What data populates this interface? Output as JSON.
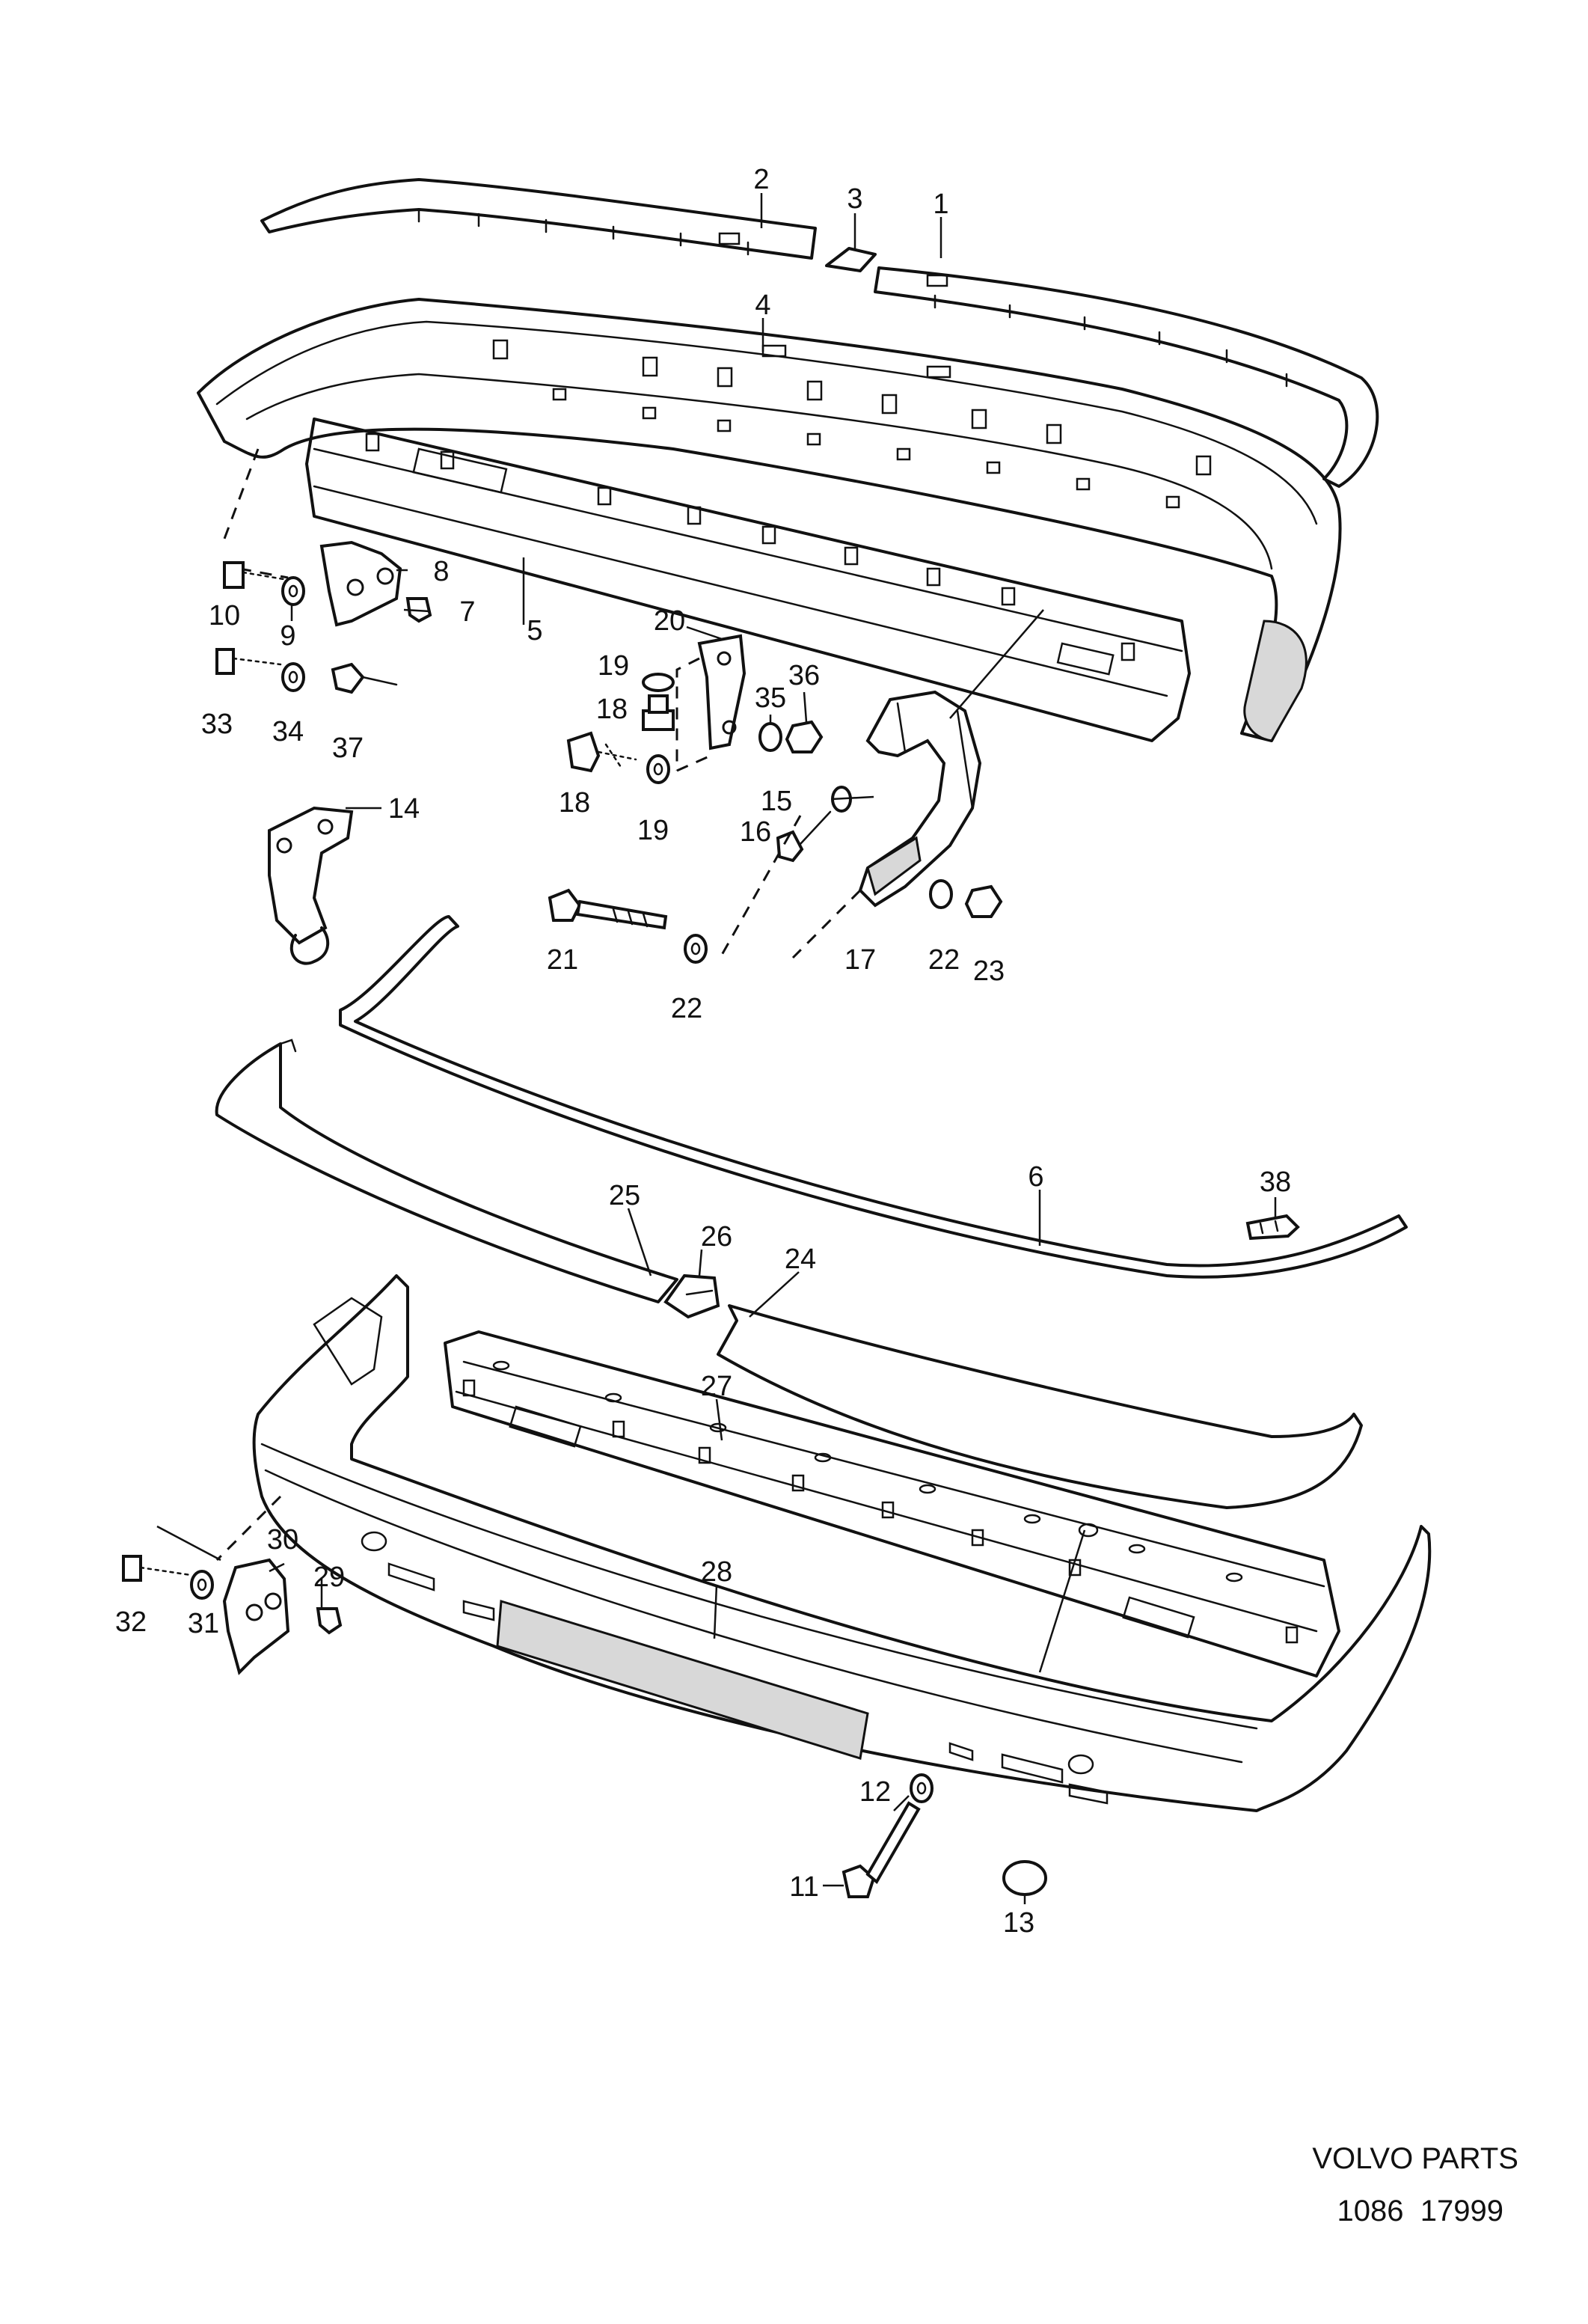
{
  "caption": {
    "brand": "VOLVO PARTS",
    "ref": "1086  17999"
  },
  "callouts": {
    "c1": "1",
    "c2": "2",
    "c3": "3",
    "c4": "4",
    "c5": "5",
    "c6": "6",
    "c7": "7",
    "c8": "8",
    "c9": "9",
    "c10": "10",
    "c11": "11",
    "c12": "12",
    "c13": "13",
    "c14": "14",
    "c15": "15",
    "c16": "16",
    "c17": "17",
    "c18a": "18",
    "c18b": "18",
    "c19a": "19",
    "c19b": "19",
    "c20": "20",
    "c21": "21",
    "c22a": "22",
    "c22b": "22",
    "c23": "23",
    "c24": "24",
    "c25": "25",
    "c26": "26",
    "c27": "27",
    "c28": "28",
    "c29": "29",
    "c30": "30",
    "c31": "31",
    "c32": "32",
    "c33": "33",
    "c34": "34",
    "c35": "35",
    "c36": "36",
    "c37": "37",
    "c38": "38"
  }
}
